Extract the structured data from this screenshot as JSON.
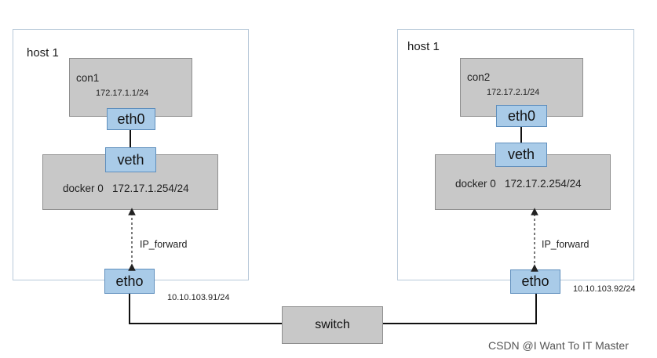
{
  "host_left": {
    "label": "host 1",
    "container": {
      "name": "con1",
      "ip": "172.17.1.1/24"
    },
    "eth0": "eth0",
    "veth": "veth",
    "docker_bridge": "docker 0   172.17.1.254/24",
    "forward": "IP_forward",
    "nic": "etho",
    "nic_ip": "10.10.103.91/24"
  },
  "host_right": {
    "label": "host 1",
    "container": {
      "name": "con2",
      "ip": "172.17.2.1/24"
    },
    "eth0": "eth0",
    "veth": "veth",
    "docker_bridge": "docker 0   172.17.2.254/24",
    "forward": "IP_forward",
    "nic": "etho",
    "nic_ip": "10.10.103.92/24"
  },
  "switch": "switch",
  "watermark": "CSDN @I Want To IT Master",
  "colors": {
    "box_gray": "#c8c8c8",
    "box_blue": "#a9cbe8",
    "host_border": "#b8c9d9"
  }
}
